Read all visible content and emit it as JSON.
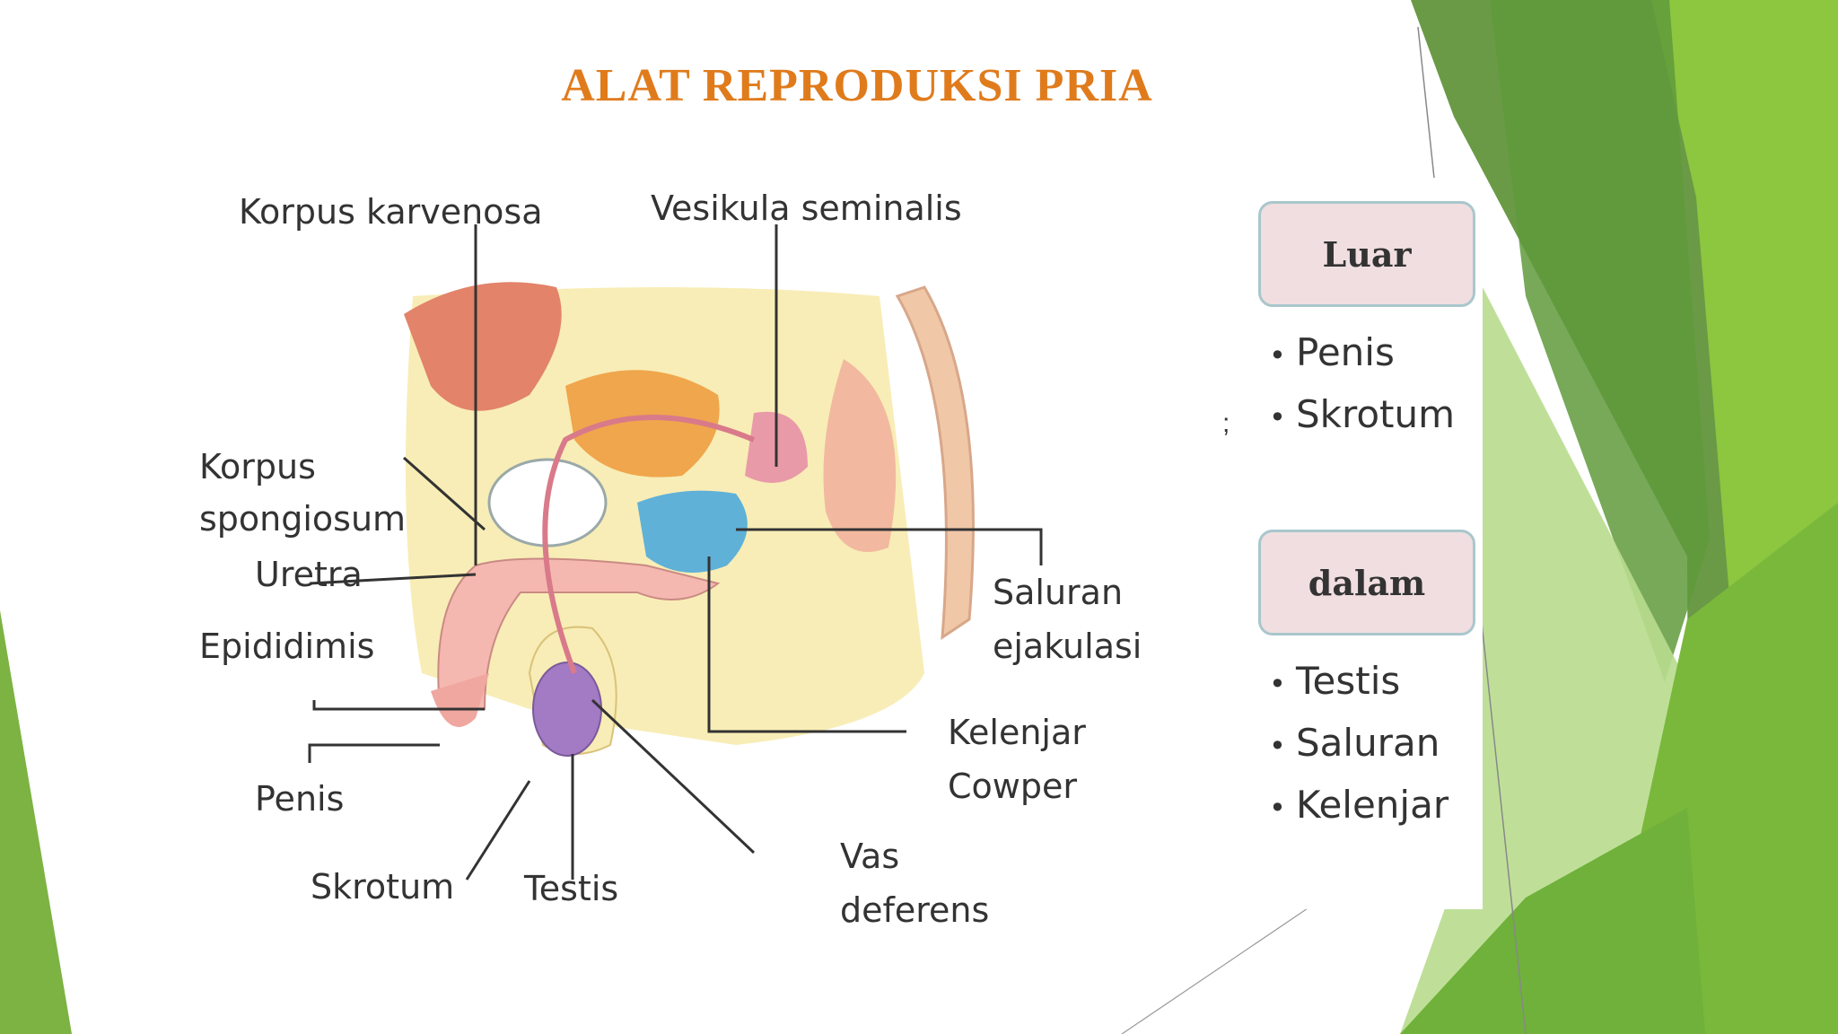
{
  "slide": {
    "title": "ALAT REPRODUKSI PRIA",
    "colors": {
      "title": "#e07b1c",
      "accent_green": "#7cb342",
      "dark_green": "#5d8f3a"
    }
  },
  "diagram": {
    "labels": {
      "korpus_karvenosa": "Korpus karvenosa",
      "vesikula_seminalis": "Vesikula seminalis",
      "korpus": "Korpus",
      "spongiosum": "spongiosum",
      "uretra": "Uretra",
      "epididimis": "Epididimis",
      "penis": "Penis",
      "skrotum": "Skrotum",
      "testis": "Testis",
      "saluran": "Saluran",
      "ejakulasi": "ejakulasi",
      "kelenjar": "Kelenjar",
      "cowper": "Cowper",
      "vas": "Vas",
      "deferens": "deferens"
    }
  },
  "panel": {
    "luar": {
      "heading": "Luar",
      "items": [
        "Penis",
        "Skrotum"
      ]
    },
    "dalam": {
      "heading": "dalam",
      "items": [
        "Testis",
        "Saluran",
        "Kelenjar"
      ]
    },
    "stray_mark": ";"
  }
}
